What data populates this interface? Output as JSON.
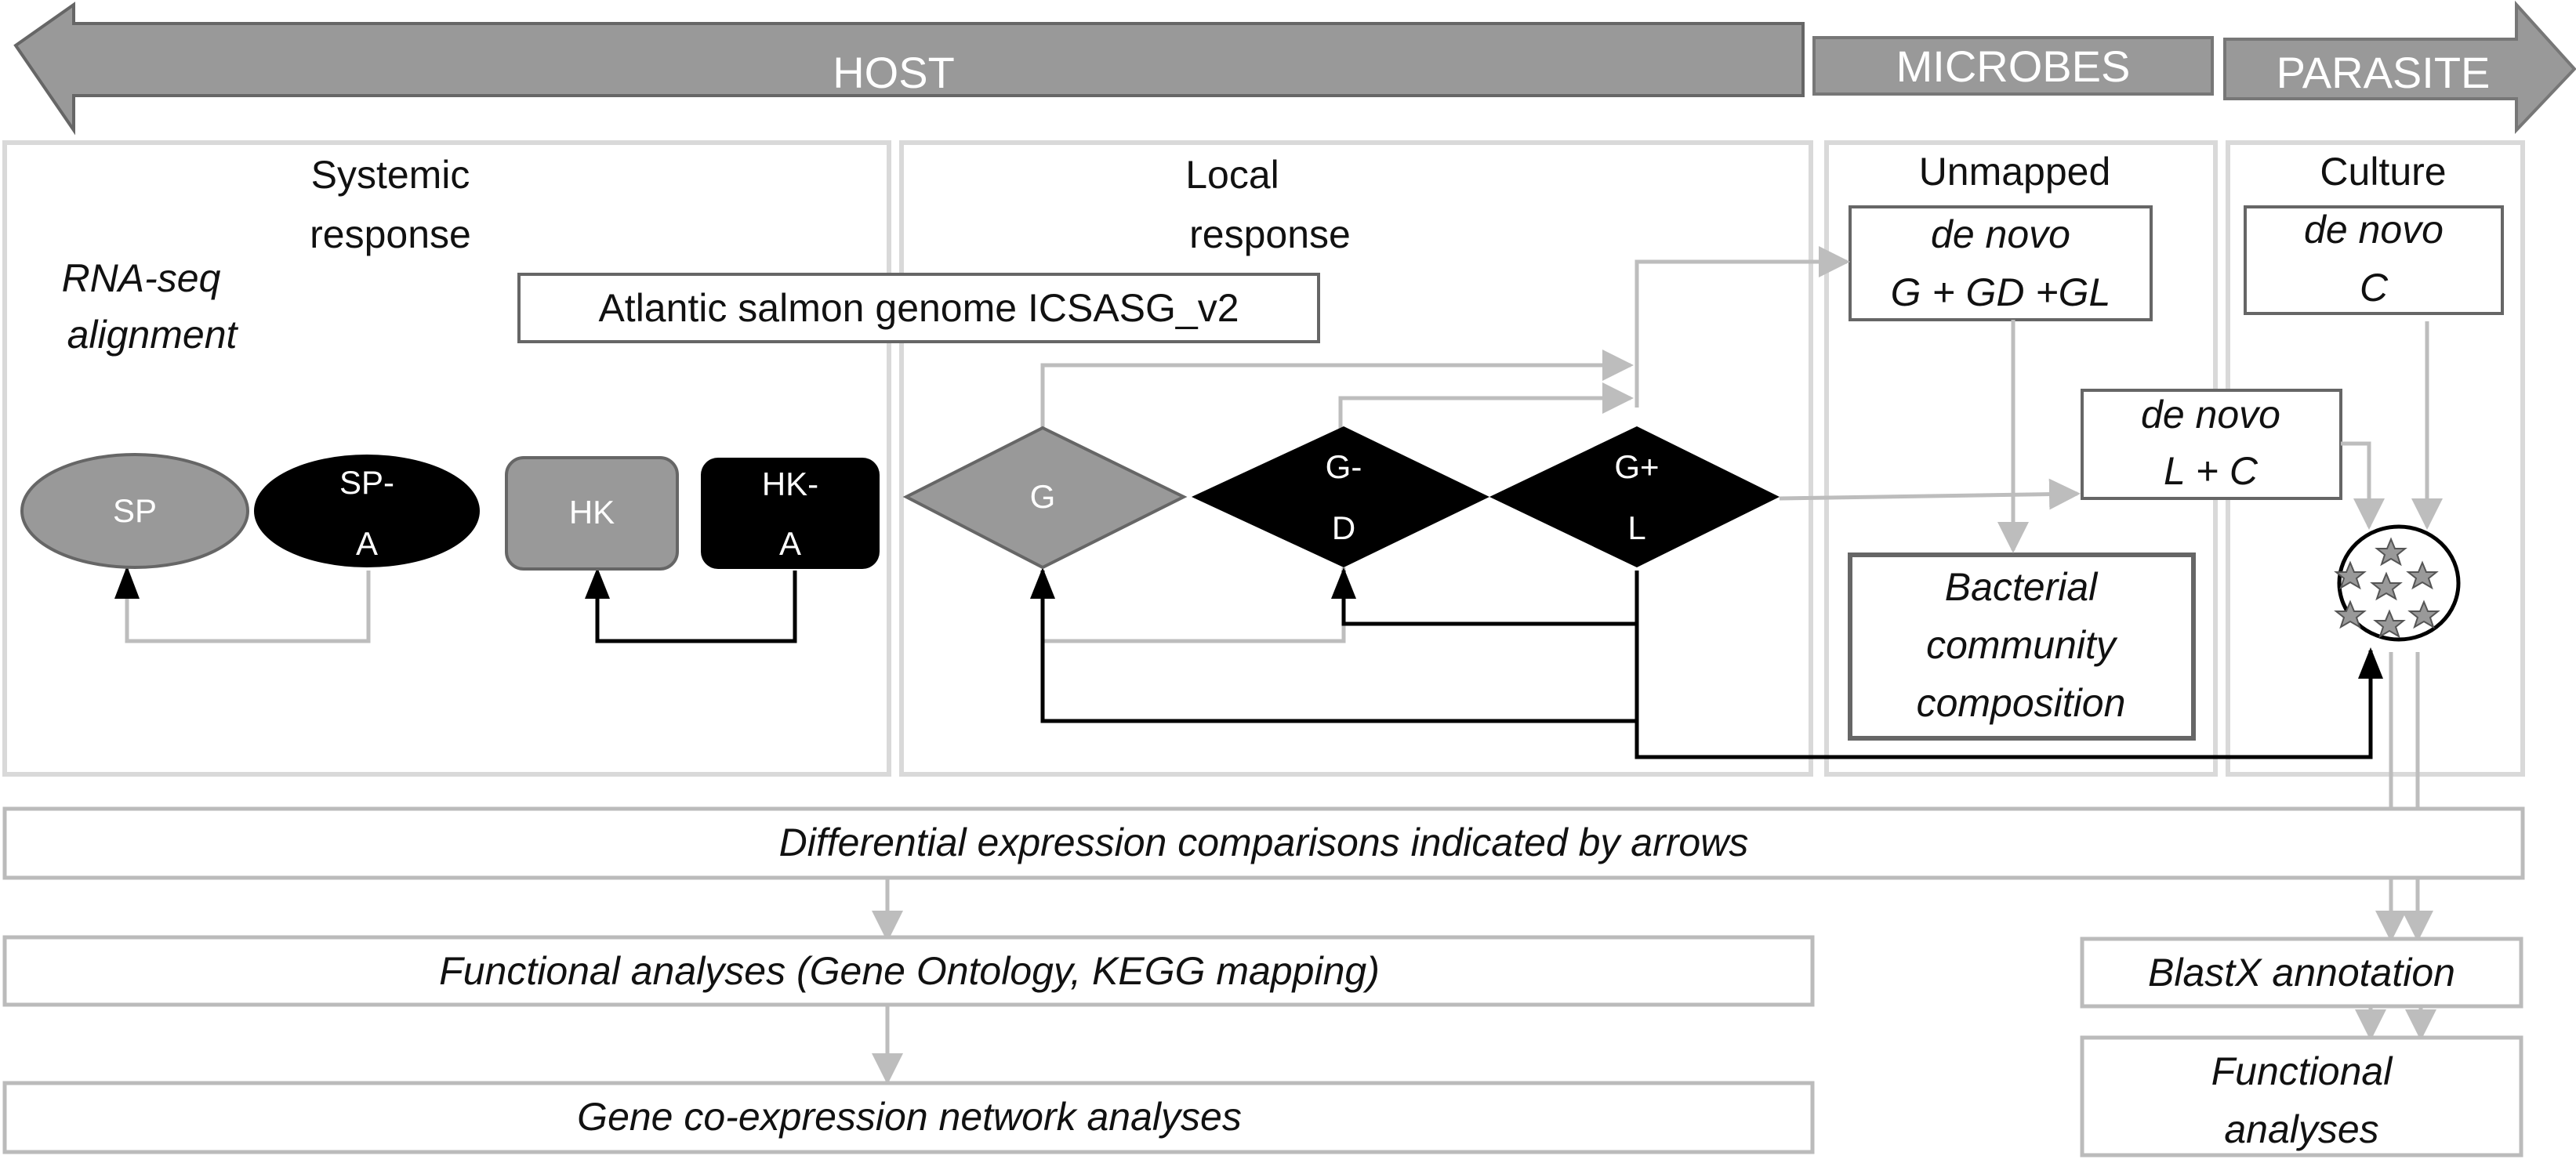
{
  "bands": {
    "host": "HOST",
    "microbes": "MICROBES",
    "parasite": "PARASITE"
  },
  "labels": {
    "rna_seq": [
      "RNA-seq",
      "alignment"
    ],
    "systemic": [
      "Systemic",
      "response"
    ],
    "local": [
      "Local",
      "response"
    ],
    "genome": "Atlantic salmon genome ICSASG_v2",
    "unmapped": "Unmapped",
    "culture": "Culture",
    "de_novo_unmapped": [
      "de novo",
      "G + GD +GL"
    ],
    "de_novo_culture": [
      "de novo",
      "C"
    ],
    "de_novo_lc": [
      "de novo",
      "L + C"
    ],
    "bacterial": [
      "Bacterial",
      "community",
      "composition"
    ]
  },
  "nodes": {
    "sp": "SP",
    "spa": [
      "SP-",
      "A"
    ],
    "hk": "HK",
    "hka": [
      "HK-",
      "A"
    ],
    "g": "G",
    "gd": [
      "G-",
      "D"
    ],
    "gl": [
      "G+",
      "L"
    ]
  },
  "boxes": {
    "diff_expr": "Differential expression comparisons indicated by arrows",
    "functional": "Functional analyses (Gene Ontology, KEGG mapping)",
    "coexpr": "Gene co-expression network analyses",
    "blastx": "BlastX annotation",
    "functional2": [
      "Functional",
      "analyses"
    ]
  },
  "colors": {
    "gray_fill": "#999999",
    "black_fill": "#000000",
    "arrow_gray": "#bdbdbd",
    "panel_border": "#d9d9d9"
  }
}
